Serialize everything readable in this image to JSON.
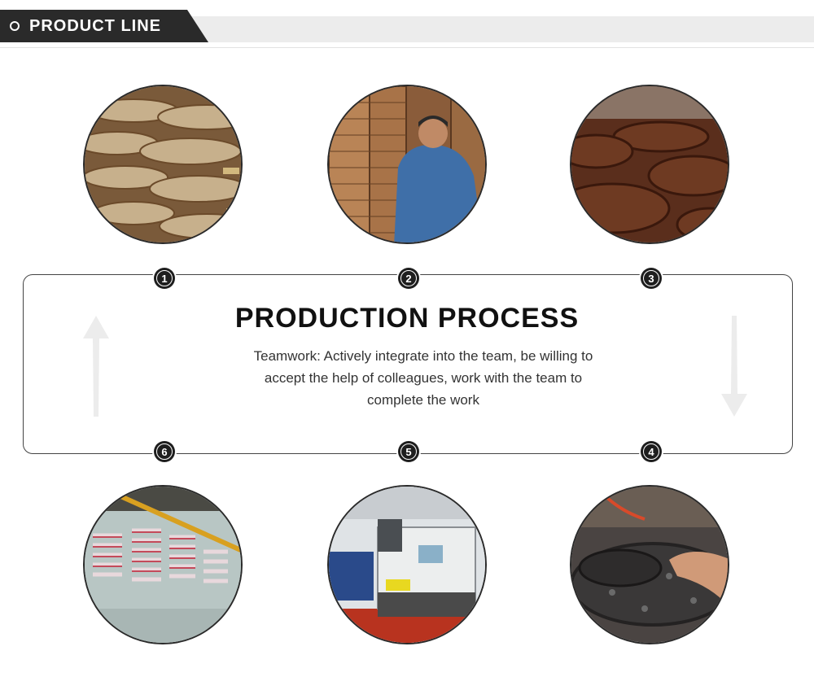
{
  "header": {
    "title": "PRODUCT LINE"
  },
  "process": {
    "title": "PRODUCTION PROCESS",
    "description_lines": [
      "Teamwork: Actively integrate into the team, be willing to",
      "accept the help of colleagues, work with the team to",
      "complete the work"
    ]
  },
  "steps": [
    {
      "number": "1"
    },
    {
      "number": "2"
    },
    {
      "number": "3"
    },
    {
      "number": "4"
    },
    {
      "number": "5"
    },
    {
      "number": "6"
    }
  ]
}
